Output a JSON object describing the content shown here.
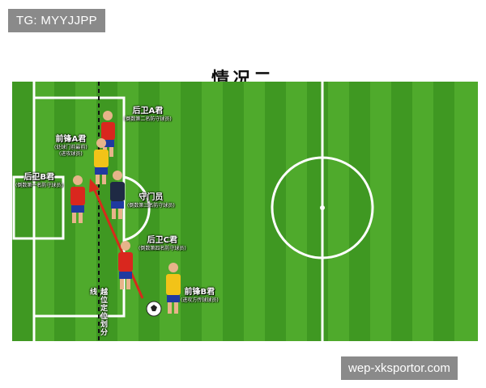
{
  "corner_tag": "TG: MYYJJPP",
  "watermark": "wep-xksportor.com",
  "title": "情况二",
  "players": {
    "back_a": {
      "name": "后卫A君",
      "note": "(倒数第二名防守球员)",
      "kit": "red",
      "icon": "player-figure"
    },
    "forward_a": {
      "name": "前锋A君",
      "note1": "(处球门前最前)",
      "note2": "(进攻球员)",
      "kit": "yellow",
      "icon": "player-figure"
    },
    "back_b": {
      "name": "后卫B君",
      "note": "(倒数第一名防守球员)",
      "kit": "red",
      "icon": "player-figure"
    },
    "goalkeeper": {
      "name": "守门员",
      "note": "(倒数第三名防守球员)",
      "kit": "dark-blue",
      "icon": "player-figure"
    },
    "back_c": {
      "name": "后卫C君",
      "note": "(倒数第四名防守球员)",
      "kit": "red",
      "icon": "player-figure"
    },
    "forward_b": {
      "name": "前锋B君",
      "note": "(进攻方传球球员)",
      "kit": "yellow",
      "icon": "player-figure"
    }
  },
  "offside_line_label": "越位定位划分线",
  "ball": {
    "icon": "soccer-ball-icon"
  },
  "colors": {
    "grass_light": "#4faa2c",
    "grass_dark": "#3f9822",
    "line": "#ffffff",
    "red_kit": "#d9271e",
    "yellow_kit": "#f2c318",
    "keeper_kit": "#1f2a44",
    "arrow": "#d62b1b"
  }
}
